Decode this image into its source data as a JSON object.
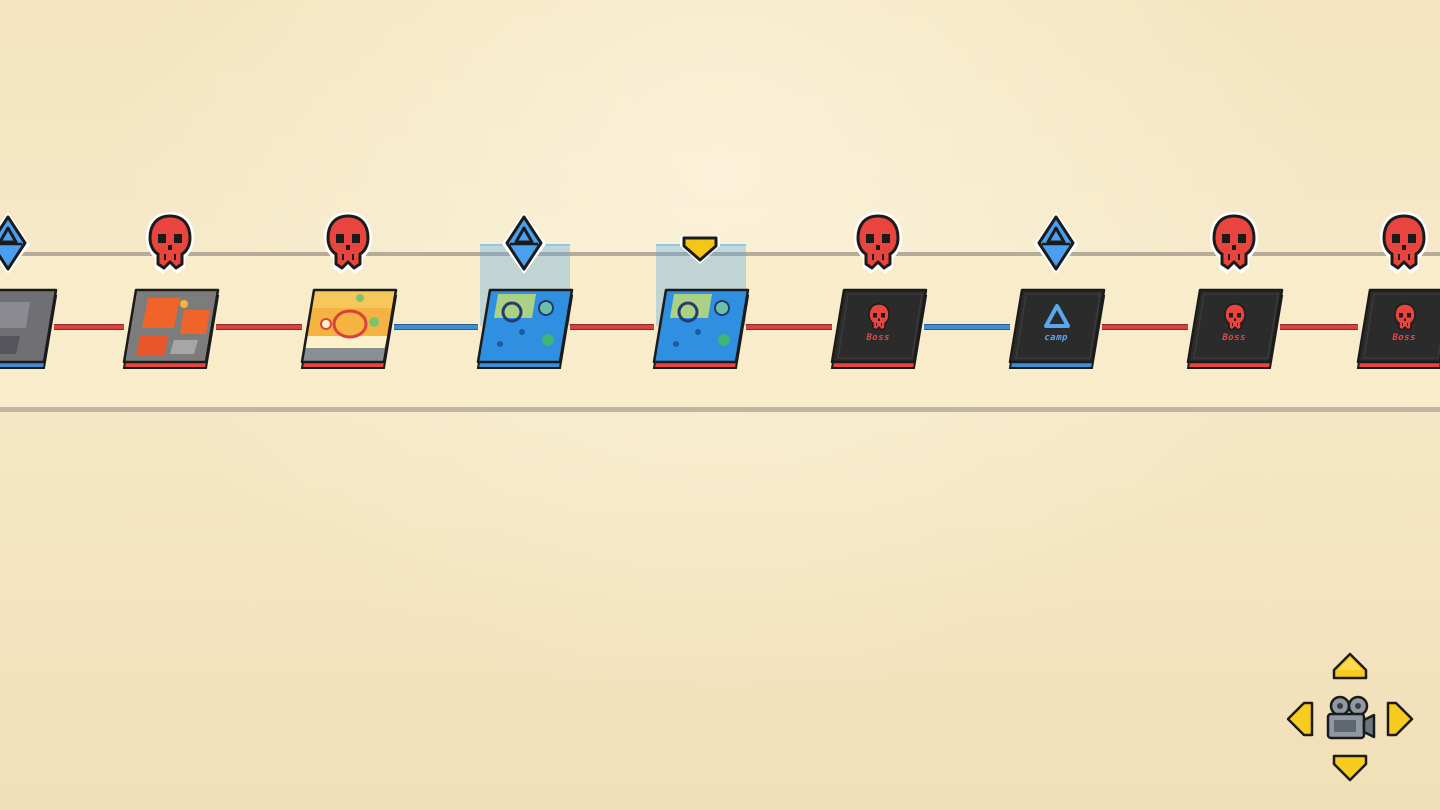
{
  "colors": {
    "red": "#e8453f",
    "blue": "#3d8ed6",
    "yellow": "#f5c518",
    "dark_tile": "#2b2b2b",
    "track": "#f8ecca"
  },
  "map": {
    "nodes": [
      {
        "id": "n0",
        "type": "camp",
        "pin": "camp-pin-icon",
        "border": "blue",
        "art": "stone"
      },
      {
        "id": "n1",
        "type": "battle",
        "pin": "skull-pin-icon",
        "border": "red",
        "art": "lava"
      },
      {
        "id": "n2",
        "type": "battle",
        "pin": "skull-pin-icon",
        "border": "red",
        "art": "sand"
      },
      {
        "id": "n3",
        "type": "camp",
        "pin": "camp-pin-icon",
        "border": "blue",
        "art": "water"
      },
      {
        "id": "n4",
        "type": "current",
        "pin": "current-position-arrow-icon",
        "border": "red",
        "art": "water"
      },
      {
        "id": "n5",
        "type": "boss",
        "pin": "skull-pin-icon",
        "border": "red",
        "art": "locked",
        "label": "Boss"
      },
      {
        "id": "n6",
        "type": "camp",
        "pin": "camp-pin-icon",
        "border": "blue",
        "art": "locked",
        "label": "camp"
      },
      {
        "id": "n7",
        "type": "boss",
        "pin": "skull-pin-icon",
        "border": "red",
        "art": "locked",
        "label": "Boss"
      },
      {
        "id": "n8",
        "type": "boss",
        "pin": "skull-pin-icon",
        "border": "red",
        "art": "locked",
        "label": "Boss"
      }
    ],
    "connectors": [
      "red",
      "red",
      "blue",
      "red",
      "red",
      "blue",
      "red",
      "red"
    ]
  },
  "camera_control": {
    "icon": "camera-icon",
    "arrows": [
      "up",
      "left",
      "right",
      "down"
    ]
  }
}
